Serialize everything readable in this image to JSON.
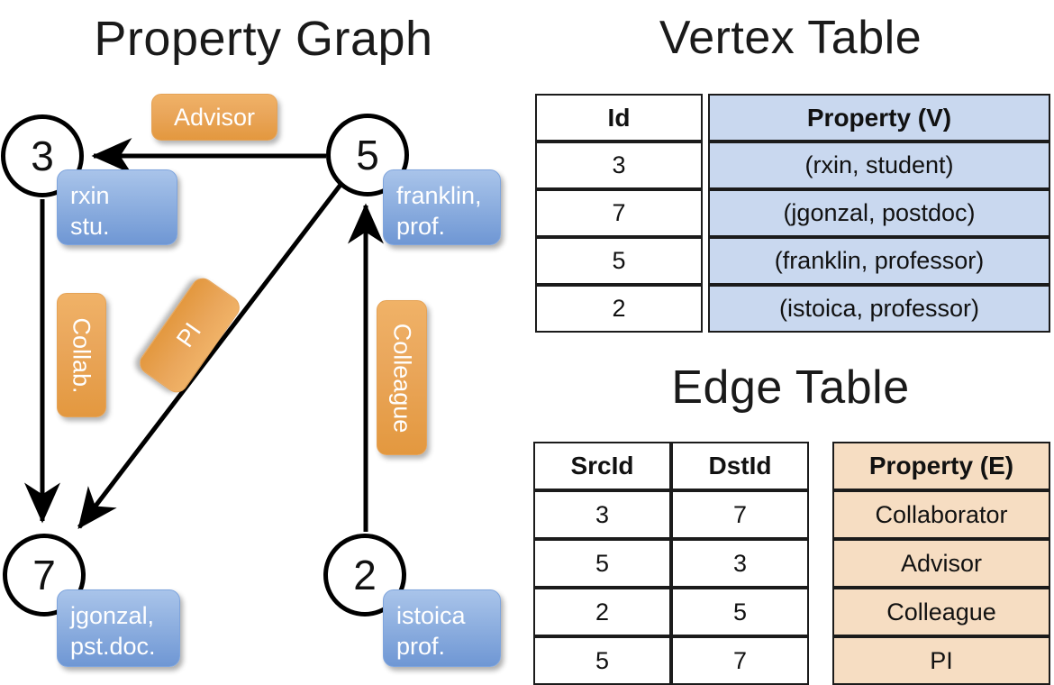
{
  "titles": {
    "property_graph": "Property Graph",
    "vertex_table": "Vertex Table",
    "edge_table": "Edge Table"
  },
  "graph": {
    "nodes": [
      {
        "id": "3",
        "label": "3",
        "property": "rxin\nstu."
      },
      {
        "id": "5",
        "label": "5",
        "property": "franklin,\nprof."
      },
      {
        "id": "7",
        "label": "7",
        "property": "jgonzal,\npst.doc."
      },
      {
        "id": "2",
        "label": "2",
        "property": "istoica\nprof."
      }
    ],
    "edge_labels": {
      "advisor": "Advisor",
      "collab": "Collab.",
      "pi": "PI",
      "colleague": "Colleague"
    },
    "edges": [
      {
        "from": "5",
        "to": "3",
        "label": "Advisor"
      },
      {
        "from": "3",
        "to": "7",
        "label": "Collab."
      },
      {
        "from": "5",
        "to": "7",
        "label": "PI"
      },
      {
        "from": "2",
        "to": "5",
        "label": "Colleague"
      }
    ]
  },
  "vertex_table": {
    "headers": [
      "Id",
      "Property (V)"
    ],
    "rows": [
      {
        "id": "3",
        "property": "(rxin, student)"
      },
      {
        "id": "7",
        "property": "(jgonzal, postdoc)"
      },
      {
        "id": "5",
        "property": "(franklin, professor)"
      },
      {
        "id": "2",
        "property": "(istoica, professor)"
      }
    ]
  },
  "edge_table": {
    "headers": [
      "SrcId",
      "DstId",
      "Property (E)"
    ],
    "rows": [
      {
        "src": "3",
        "dst": "7",
        "property": "Collaborator"
      },
      {
        "src": "5",
        "dst": "3",
        "property": "Advisor"
      },
      {
        "src": "2",
        "dst": "5",
        "property": "Colleague"
      },
      {
        "src": "5",
        "dst": "7",
        "property": "PI"
      }
    ]
  },
  "colors": {
    "vertex_property_fill": "#c9d8ef",
    "edge_property_fill": "#f6ddc2",
    "node_property_box": "#8fb0e0",
    "edge_label_box": "#eaa75c",
    "stroke": "#000000"
  }
}
